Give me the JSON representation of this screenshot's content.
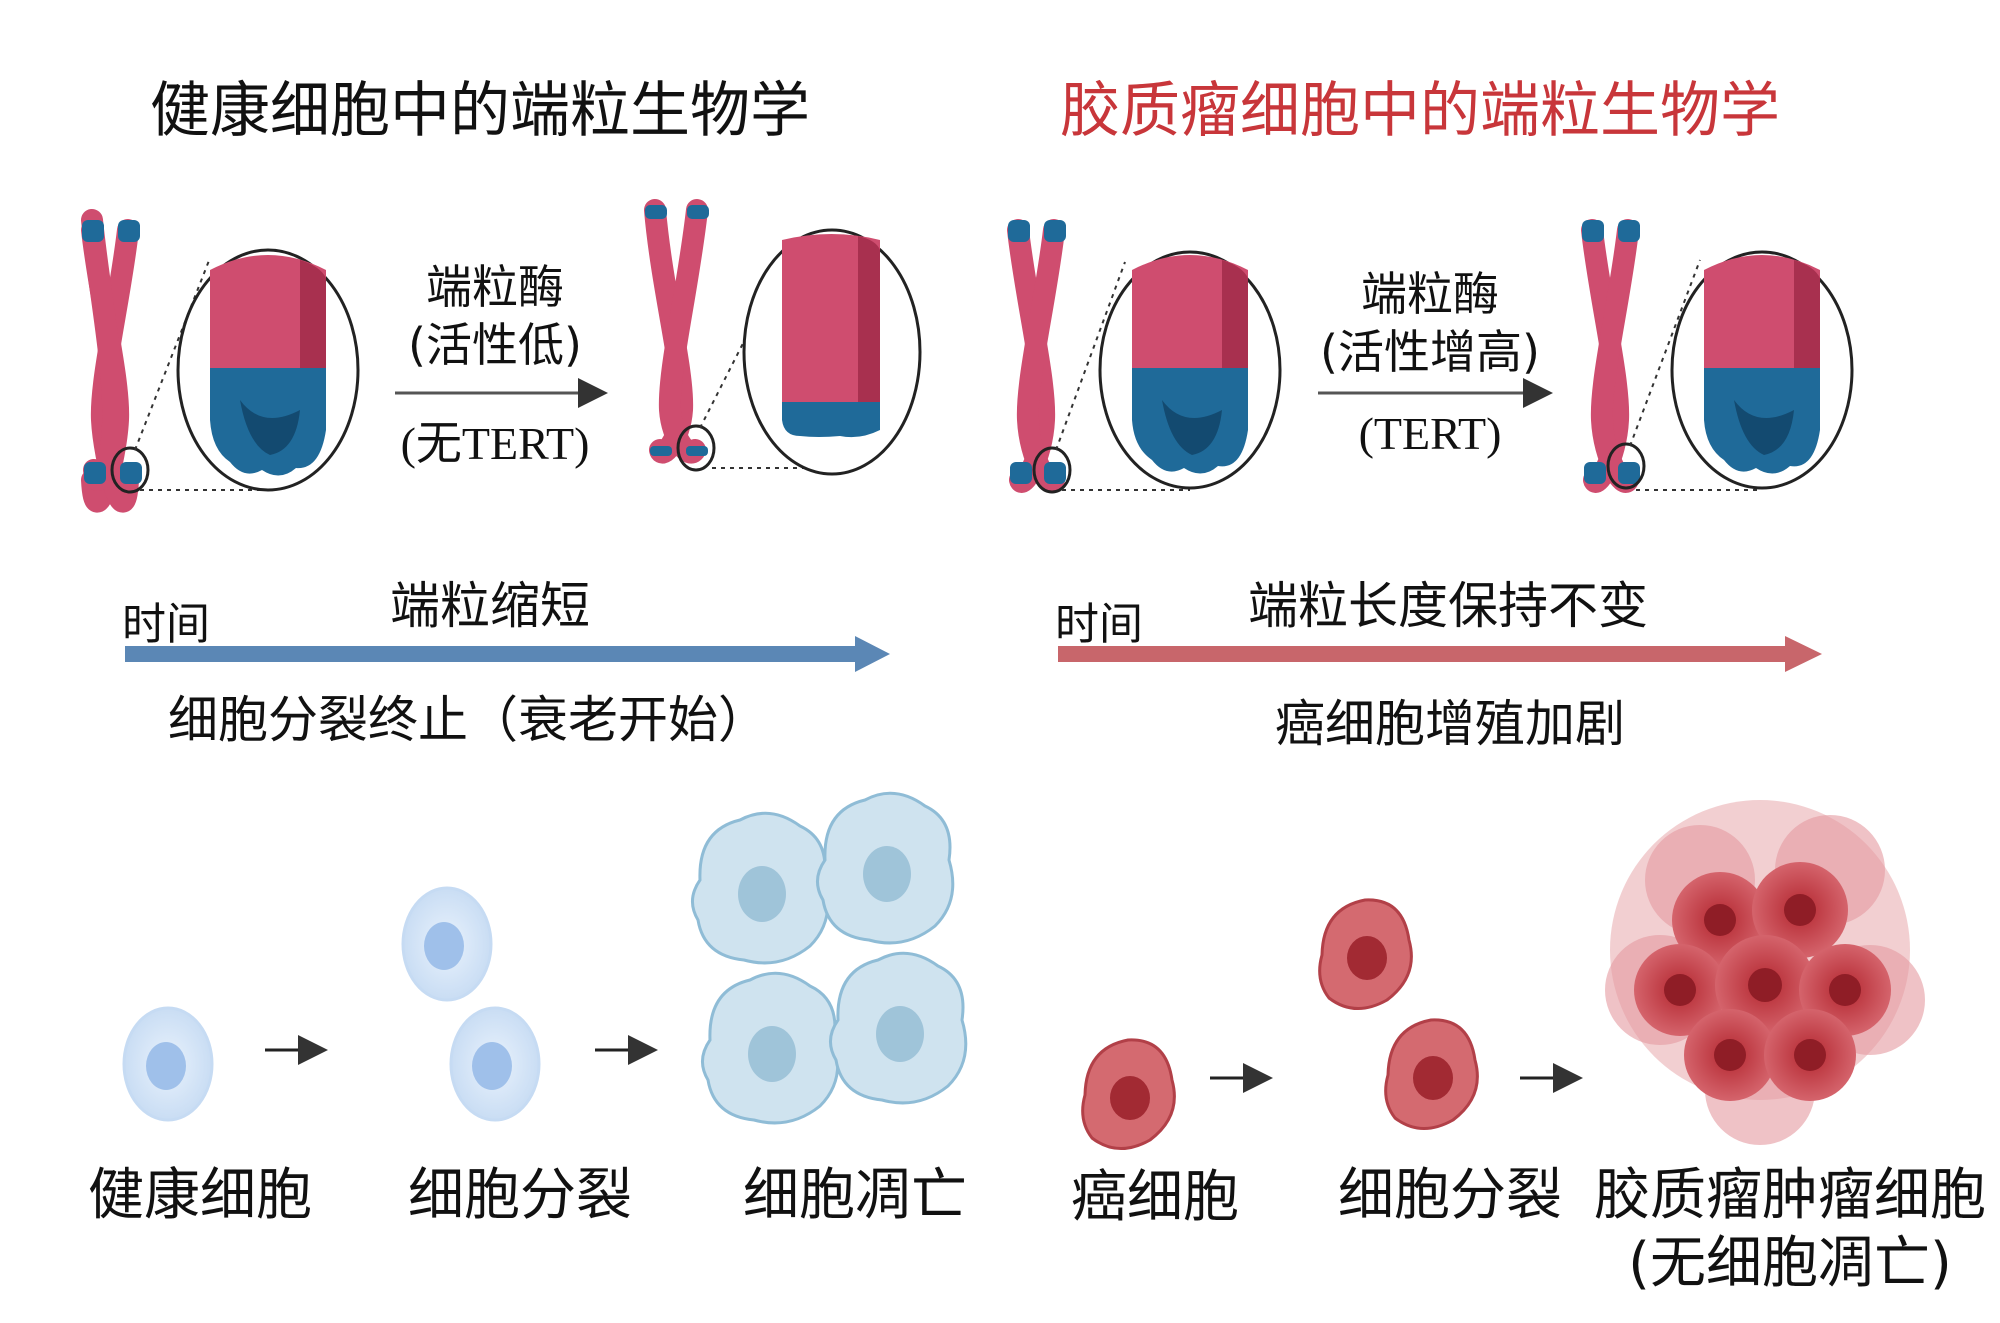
{
  "left": {
    "title": "健康细胞中的端粒生物学",
    "enzyme_line1": "端粒酶",
    "enzyme_line2": "(活性低)",
    "enzyme_line3": "(无TERT)",
    "time_label": "时间",
    "arrow_label_top": "端粒缩短",
    "arrow_label_bottom": "细胞分裂终止（衰老开始）",
    "cells": [
      "健康细胞",
      "细胞分裂",
      "细胞凋亡"
    ]
  },
  "right": {
    "title": "胶质瘤细胞中的端粒生物学",
    "enzyme_line1": "端粒酶",
    "enzyme_line2": "(活性增高)",
    "enzyme_line3": "(TERT)",
    "time_label": "时间",
    "arrow_label_top": "端粒长度保持不变",
    "arrow_label_bottom": "癌细胞增殖加剧",
    "cells": [
      "癌细胞",
      "细胞分裂",
      "胶质瘤肿瘤细胞",
      "(无细胞凋亡)"
    ]
  },
  "colors": {
    "title_right": "#c8363a",
    "chromosome": "#cf4d6f",
    "chromosome_dark": "#a8304f",
    "telomere": "#1f6a99",
    "telomere_dark": "#134a70",
    "arrow_left": "#5b87b5",
    "arrow_right": "#c8666b",
    "healthy_cell": "#b9d2ef",
    "dead_cell": "#a9cde2",
    "cancer_cell": "#c85157"
  }
}
